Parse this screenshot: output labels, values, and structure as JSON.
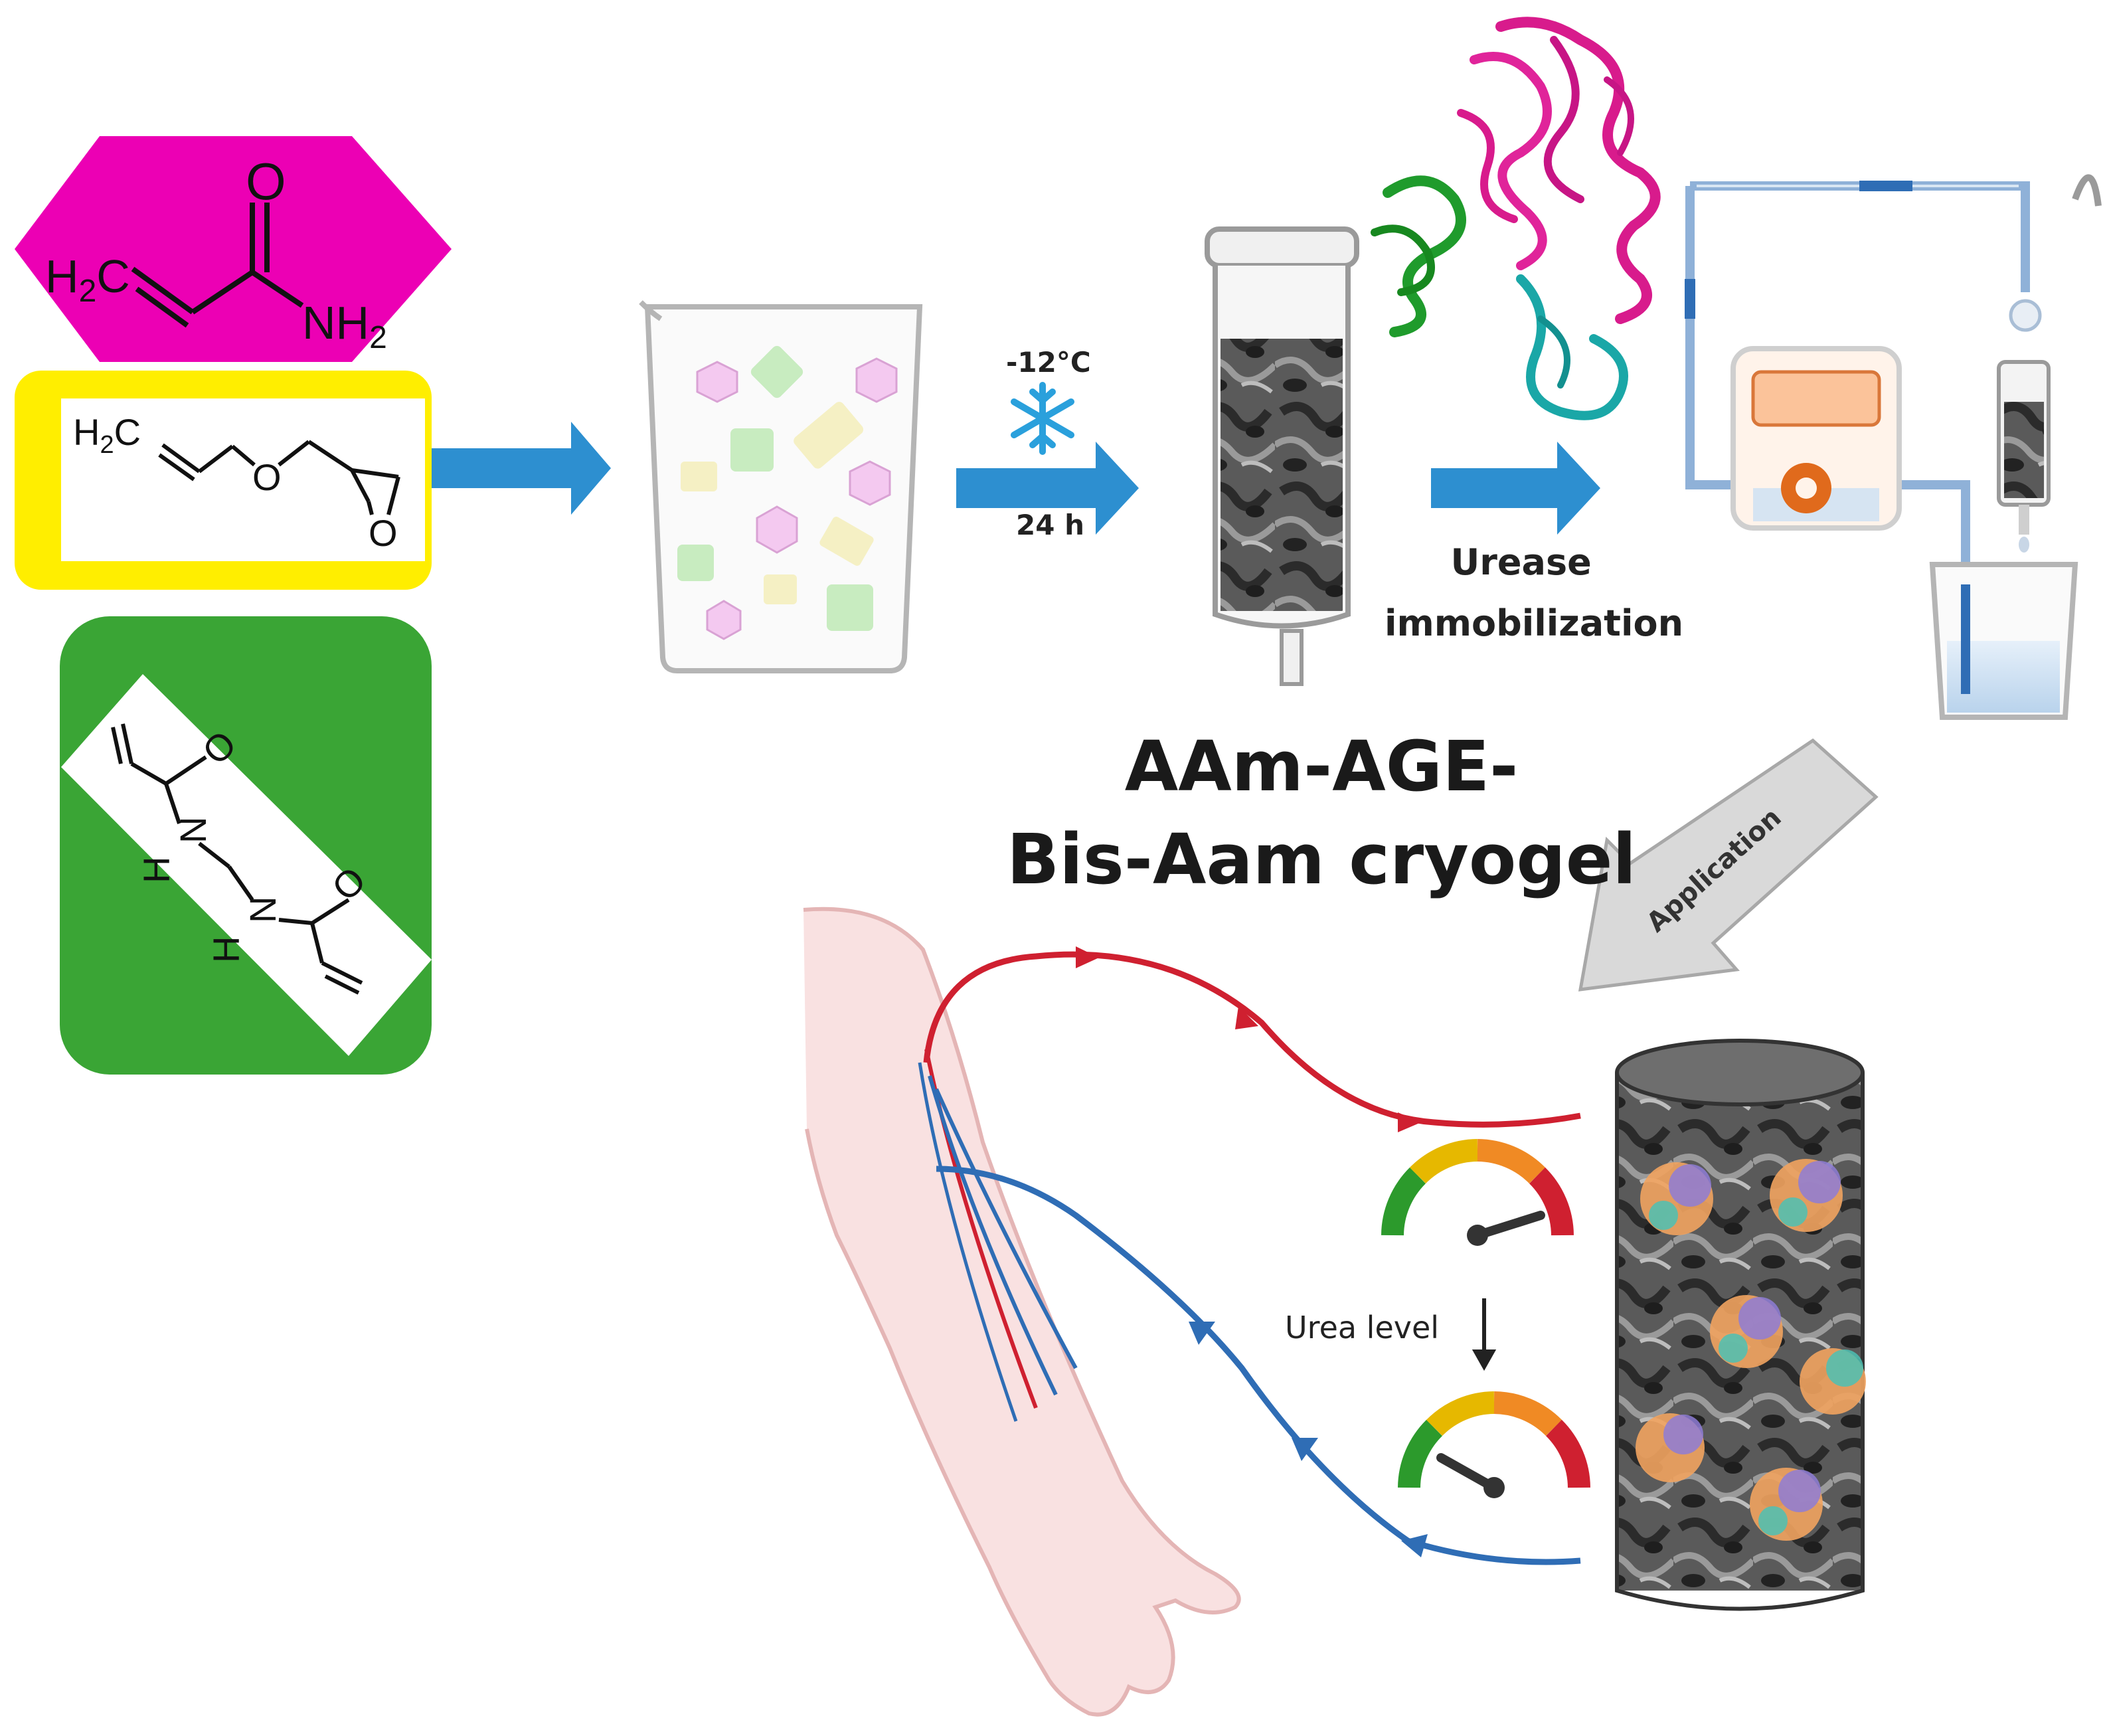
{
  "steps": {
    "freeze_temp": "-12°C",
    "freeze_time": "24 h",
    "immobilization": "Urease immobilization",
    "application": "Application"
  },
  "product": {
    "line1": "AAm-AGE-",
    "line2": "Bis-Aam cryogel"
  },
  "monitor": {
    "urea_label": "Urea level"
  },
  "monomers": [
    {
      "name": "acrylamide",
      "color": "#ec00b4",
      "formula_left": "H2C",
      "formula_right": "NH2",
      "carbonyl": "O"
    },
    {
      "name": "allyl glycidyl ether",
      "color": "#ffee00",
      "formula_left": "H2C",
      "ether_o": "O",
      "epoxide_o": "O"
    },
    {
      "name": "N,N'-methylenebisacrylamide",
      "color": "#3aa535",
      "atoms": [
        "O",
        "N",
        "H",
        "N",
        "H",
        "O"
      ]
    }
  ],
  "colors": {
    "arrow_blue": "#2d8fd0",
    "artery_red": "#cf2030",
    "vein_blue": "#2f6db5",
    "gray_arrow": "#d9d9d9"
  }
}
